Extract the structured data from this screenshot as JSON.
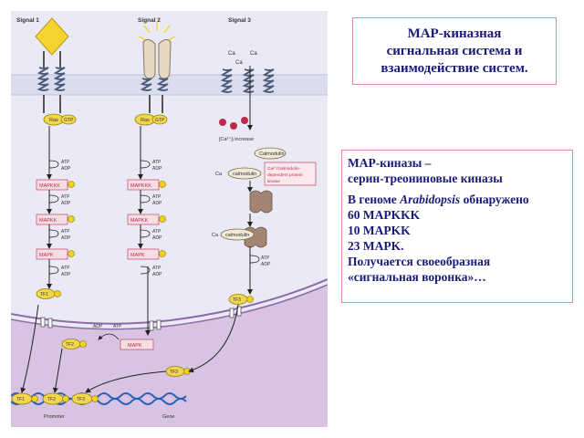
{
  "title": {
    "lines": [
      "МАР-киназная",
      "сигнальная система и",
      "взаимодействие систем."
    ]
  },
  "info": {
    "line1": "МАР-киназы –",
    "line2": "серин-треониновые киназы",
    "genome_prefix": "В геноме ",
    "genome_species": "Arabidopsis",
    "genome_suffix": " обнаружено",
    "mapkkk": "60 MAPKKK",
    "mapkk": "10 MAPKK",
    "mapk": "23 MAPK.",
    "result1": "Получается своеобразная",
    "result2": "«сигнальная воронка»…"
  },
  "diagram": {
    "signals": [
      "Signal 1",
      "Signal 2",
      "Signal 3"
    ],
    "ras": "Ras",
    "gtp": "GTP",
    "atp": "ATP",
    "adp": "ADP",
    "mapkkk": "MAPKKK",
    "mapkk": "MAPKK",
    "mapk": "MAPK",
    "tf1": "TF1",
    "tf2": "TF2",
    "tf3": "TF3",
    "p": "P",
    "ca": "Ca",
    "ca_increase": "[Ca²⁺]ᵢ increase",
    "calmodulin": "calmodulin",
    "calmodulin_cap": "Calmodulin",
    "camk_1": "Ca²⁺/calmodulin-",
    "camk_2": "dependent protein",
    "camk_3": "kinase",
    "promoter": "Promoter",
    "gene": "Gene"
  },
  "colors": {
    "title_text": "#1a1a7a",
    "box_border": "#e08aa6",
    "cytoplasm": "#e9eaf5",
    "nucleus": "#d8c4e2",
    "enzyme_box": "#f5dde4",
    "enzyme_text": "#c0284a",
    "p_yellow": "#f2d21c",
    "diamond": "#f4d431",
    "dna": "#2a63b5"
  }
}
